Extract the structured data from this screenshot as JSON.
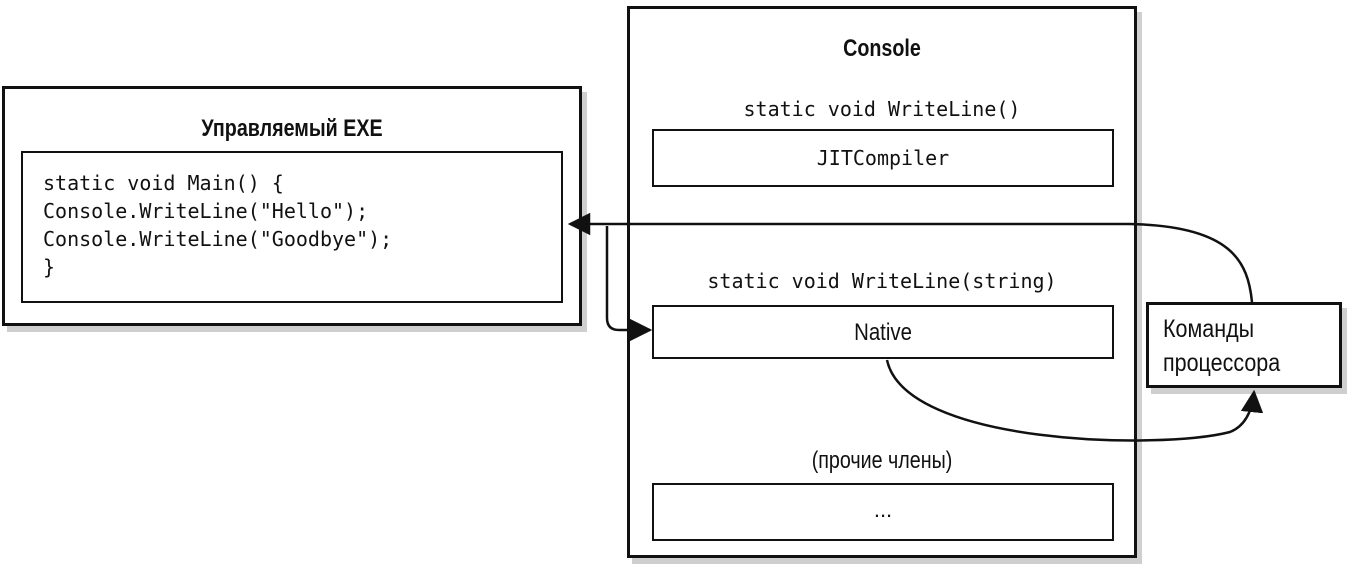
{
  "managed_exe": {
    "title": "Управляемый EXE",
    "code_lines": [
      "static void Main() {",
      "   Console.WriteLine(\"Hello\");",
      "   Console.WriteLine(\"Goodbye\");",
      "}"
    ]
  },
  "console": {
    "title": "Console",
    "method1_signature": "static void WriteLine()",
    "method1_body": "JITCompiler",
    "method2_signature": "static void WriteLine(string)",
    "method2_body": "Native",
    "others_label": "(прочие члены)",
    "others_body": "..."
  },
  "cpu": {
    "line1": "Команды",
    "line2": "процессора"
  }
}
